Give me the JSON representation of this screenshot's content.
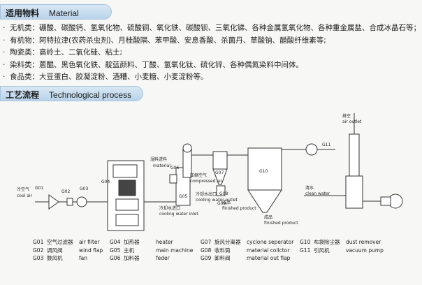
{
  "section1": {
    "title_cn": "适用物料",
    "title_en": "Material"
  },
  "materials": [
    "无机类：硼酸、碳酸钙、氢氧化物、硫酸铜、氧化铁、碳酸钡、三氧化锑、各种金属氢氧化物、各种重金属盐、合成冰晶石等；",
    "有机物：阿特拉津(农药杀虫剂)、月桂酸隔、苯甲酸、安息香酸、杀菌丹、草酸钠、醋酸纤维素等;",
    "陶瓷类：高岭土、二氧化硅、粘土;",
    "染料类：蒽醌、黑色氧化铁、靛蓝颜料、丁酸、氢氧化钛、硫化锌、各种偶氮染料中间体。",
    "食品类：大豆蛋白、胶凝淀粉、酒糟、小麦糖、小麦淀粉等。"
  ],
  "section2": {
    "title_cn": "工艺流程",
    "title_en": "Technological process"
  },
  "diagram_labels": {
    "g01": "G01",
    "g02": "G02",
    "g03": "G03",
    "g04": "G04",
    "g05": "G05",
    "g06": "G06",
    "g07": "G07",
    "g08": "G08",
    "g09": "G09",
    "g10": "G10",
    "g11": "G11",
    "cold_air_cn": "冷空气",
    "cold_air_en": "cool air",
    "material_cn": "湿料进料",
    "material_en": "material",
    "cool_in_cn": "冷却水进口",
    "cool_in_en": "cooling water inlet",
    "cool_out_cn": "冷却水出口",
    "cool_out_en": "cooling water outlet",
    "compress_cn": "压缩空气",
    "compress_en": "compressed air",
    "finished1_cn": "成品",
    "finished1_en": "finished product",
    "finished2_cn": "成品",
    "finished2_en": "finished product",
    "clean_cn": "清水",
    "clean_en": "clean water",
    "exhaust_cn": "排空",
    "exhaust_en": "air outlet"
  },
  "legend": [
    [
      {
        "code": "G01",
        "cn": "空气过滤器",
        "en": "air filter"
      },
      {
        "code": "G02",
        "cn": "调风阀",
        "en": "wind flap"
      },
      {
        "code": "G03",
        "cn": "鼓风机",
        "en": "fan"
      }
    ],
    [
      {
        "code": "G04",
        "cn": "加热器",
        "en": "heater"
      },
      {
        "code": "G05",
        "cn": "主机",
        "en": "main machine"
      },
      {
        "code": "G06",
        "cn": "加料器",
        "en": "feder"
      }
    ],
    [
      {
        "code": "G07",
        "cn": "旋风分离器",
        "en": "cyclone seperator"
      },
      {
        "code": "G08",
        "cn": "收料筒",
        "en": "material collctor"
      },
      {
        "code": "G09",
        "cn": "卸料阀",
        "en": "material out flap"
      }
    ],
    [
      {
        "code": "G10",
        "cn": "布袋除尘器",
        "en": "dust remover"
      },
      {
        "code": "G11",
        "cn": "引风机",
        "en": "vacuum pump"
      }
    ]
  ]
}
